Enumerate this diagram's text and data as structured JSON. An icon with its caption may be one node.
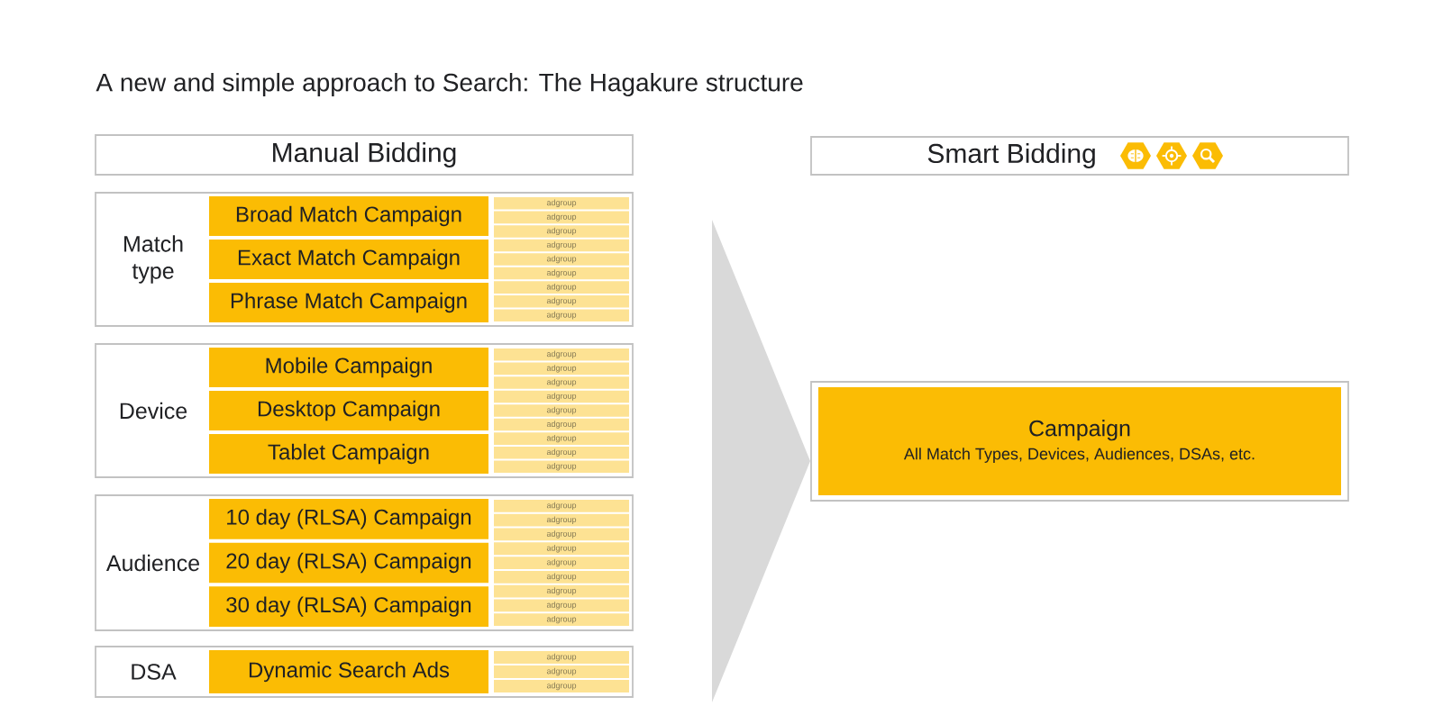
{
  "diagram": {
    "title": "A new and simple approach to Search: The Hagakure structure",
    "nodes": [
      {
        "text": [
          "Manual Bidding"
        ]
      },
      {
        "text": [
          "Match type"
        ]
      },
      {
        "text": [
          "Broad Match Campaign"
        ],
        "in": 1
      },
      {
        "text": [
          "Exact Match Campaign"
        ],
        "in": 1
      },
      {
        "text": [
          "Phrase Match Campaign"
        ],
        "in": 1
      },
      {
        "text": [
          "adgroup"
        ],
        "in": 1
      },
      {
        "text": [
          "adgroup"
        ],
        "in": 1
      },
      {
        "text": [
          "adgroup"
        ],
        "in": 1
      },
      {
        "text": [
          "adgroup"
        ],
        "in": 1
      },
      {
        "text": [
          "adgroup"
        ],
        "in": 1
      },
      {
        "text": [
          "adgroup"
        ],
        "in": 1
      },
      {
        "text": [
          "adgroup"
        ],
        "in": 1
      },
      {
        "text": [
          "adgroup"
        ],
        "in": 1
      },
      {
        "text": [
          "adgroup"
        ],
        "in": 1
      },
      {
        "text": [
          "Device"
        ]
      },
      {
        "text": [
          "Mobile Campaign"
        ],
        "in": 14
      },
      {
        "text": [
          "Desktop Campaign"
        ],
        "in": 14
      },
      {
        "text": [
          "Tablet Campaign"
        ],
        "in": 14
      },
      {
        "text": [
          "adgroup"
        ],
        "in": 14
      },
      {
        "text": [
          "adgroup"
        ],
        "in": 14
      },
      {
        "text": [
          "adgroup"
        ],
        "in": 14
      },
      {
        "text": [
          "adgroup"
        ],
        "in": 14
      },
      {
        "text": [
          "adgroup"
        ],
        "in": 14
      },
      {
        "text": [
          "adgroup"
        ],
        "in": 14
      },
      {
        "text": [
          "adgroup"
        ],
        "in": 14
      },
      {
        "text": [
          "adgroup"
        ],
        "in": 14
      },
      {
        "text": [
          "adgroup"
        ],
        "in": 14
      },
      {
        "text": [
          "Audience"
        ]
      },
      {
        "text": [
          "10 day (RLSA) Campaign"
        ],
        "in": 27
      },
      {
        "text": [
          "20 day (RLSA) Campaign"
        ],
        "in": 27
      },
      {
        "text": [
          "30 day (RLSA) Campaign"
        ],
        "in": 27
      },
      {
        "text": [
          "adgroup"
        ],
        "in": 27
      },
      {
        "text": [
          "adgroup"
        ],
        "in": 27
      },
      {
        "text": [
          "adgroup"
        ],
        "in": 27
      },
      {
        "text": [
          "adgroup"
        ],
        "in": 27
      },
      {
        "text": [
          "adgroup"
        ],
        "in": 27
      },
      {
        "text": [
          "adgroup"
        ],
        "in": 27
      },
      {
        "text": [
          "adgroup"
        ],
        "in": 27
      },
      {
        "text": [
          "adgroup"
        ],
        "in": 27
      },
      {
        "text": [
          "adgroup"
        ],
        "in": 27
      },
      {
        "text": [
          "DSA"
        ]
      },
      {
        "text": [
          "Dynamic Search Ads"
        ],
        "in": 40
      },
      {
        "text": [
          "adgroup"
        ],
        "in": 40
      },
      {
        "text": [
          "adgroup"
        ],
        "in": 40
      },
      {
        "text": [
          "adgroup"
        ],
        "in": 40
      },
      {
        "text": [
          "Smart Bidding"
        ]
      },
      {
        "text": [],
        "shape": "box"
      },
      {
        "text": [
          "Campaign",
          "All Match Types, Devices, Audiences, DSAs, etc."
        ],
        "in": 46
      }
    ],
    "edges": [
      {
        "from": null,
        "to": 46,
        "arrow": "to"
      }
    ]
  }
}
